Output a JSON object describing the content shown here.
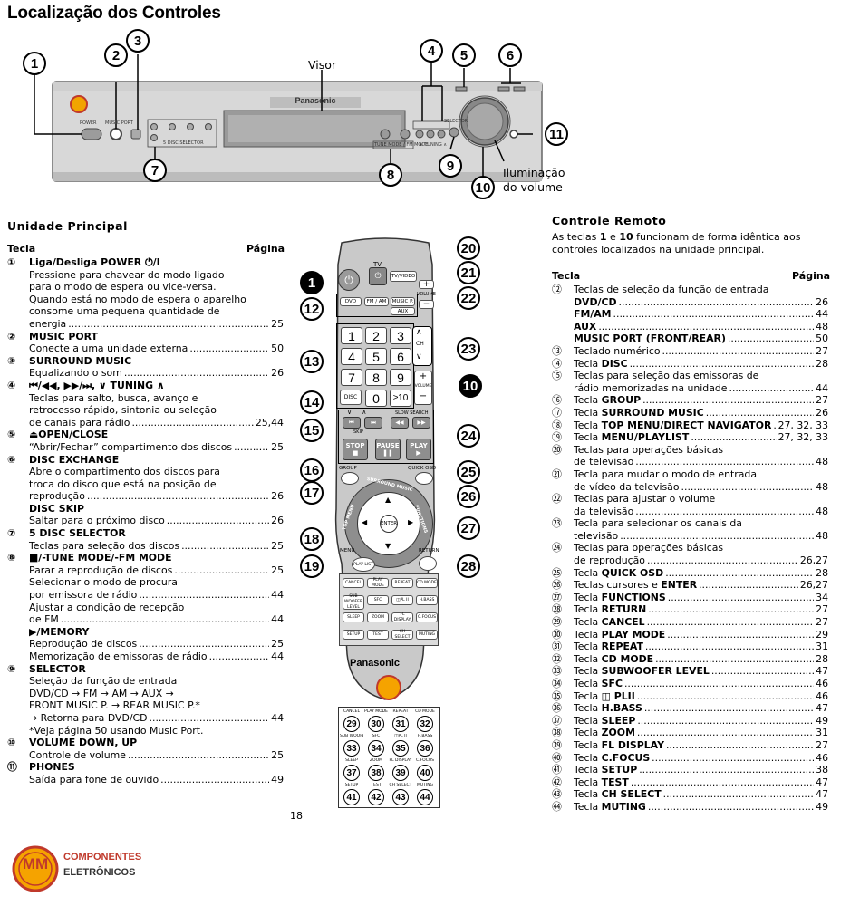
{
  "page_title": "Localização dos Controles",
  "page_number": "18",
  "device": {
    "brand": "Panasonic",
    "visor_label": "Visor",
    "volume_light_label": [
      "Iluminação",
      "do volume"
    ],
    "panel_labels": {
      "power": "POWER",
      "power_symbol": "⏻/I",
      "music_port": "MUSIC PORT",
      "surround_music": "SUR. MUSIC",
      "disc_selector": "5 DISC SELECTOR",
      "tune_mode": "TUNE MODE / FM MODE",
      "memory": "MEMORY",
      "selector": "SELECTOR",
      "tuning": "∨ TUNING ∧"
    },
    "callouts": [
      "1",
      "2",
      "3",
      "4",
      "5",
      "6",
      "7",
      "8",
      "9",
      "10",
      "11"
    ]
  },
  "main_unit": {
    "section_title": "Unidade Principal",
    "col_key": "Tecla",
    "col_page": "Página",
    "items": [
      {
        "num": "①",
        "title": "Liga/Desliga POWER ⏻/I",
        "lines": [
          {
            "text": "Pressione para chavear do modo ligado"
          },
          {
            "text": "para o modo de espera ou vice-versa."
          },
          {
            "text": "Quando está no modo de espera o aparelho"
          },
          {
            "text": "consome uma pequena quantidade de"
          },
          {
            "text": "energia",
            "page": "25"
          }
        ]
      },
      {
        "num": "②",
        "title": "MUSIC PORT",
        "lines": [
          {
            "text": "Conecte a uma unidade externa",
            "page": "50"
          }
        ]
      },
      {
        "num": "③",
        "title": "SURROUND MUSIC",
        "lines": [
          {
            "text": "Equalizando o som",
            "page": "26"
          }
        ]
      },
      {
        "num": "④",
        "title": "⏮/◀◀, ▶▶/⏭, ∨ TUNING ∧",
        "lines": [
          {
            "text": "Teclas para salto, busca, avanço e"
          },
          {
            "text": "retrocesso rápido, sintonia ou seleção"
          },
          {
            "text": "de canais para rádio",
            "page": "25,44"
          }
        ]
      },
      {
        "num": "⑤",
        "title": "⏏OPEN/CLOSE",
        "lines": [
          {
            "text": "“Abrir/Fechar” compartimento dos discos",
            "page": "25"
          }
        ]
      },
      {
        "num": "⑥",
        "title": "DISC EXCHANGE",
        "lines": [
          {
            "text": "Abre o compartimento dos discos para"
          },
          {
            "text": "troca do disco que está na posição de"
          },
          {
            "text": "reprodução",
            "page": "26"
          },
          {
            "text": "DISC SKIP",
            "bold": true
          },
          {
            "text": "Saltar para o próximo disco",
            "page": "26"
          }
        ]
      },
      {
        "num": "⑦",
        "title": "5 DISC SELECTOR",
        "lines": [
          {
            "text": "Teclas para seleção dos discos",
            "page": "25"
          }
        ]
      },
      {
        "num": "⑧",
        "title": "■/-TUNE MODE/-FM MODE",
        "lines": [
          {
            "text": "Parar a reprodução de discos",
            "page": "25"
          },
          {
            "text": "Selecionar o modo de procura"
          },
          {
            "text": "por emissora de rádio",
            "page": "44"
          },
          {
            "text": "Ajustar a condição de recepção"
          },
          {
            "text": "de FM",
            "page": "44"
          },
          {
            "text": "▶/MEMORY",
            "bold": true
          },
          {
            "text": "Reprodução de discos",
            "page": "25"
          },
          {
            "text": "Memorização de emissoras de rádio",
            "page": "44"
          }
        ]
      },
      {
        "num": "⑨",
        "title": "SELECTOR",
        "lines": [
          {
            "text": "Seleção da função de entrada"
          },
          {
            "text": "DVD/CD → FM → AM → AUX →"
          },
          {
            "text": "FRONT MUSIC P. → REAR MUSIC P.*"
          },
          {
            "text": "→ Retorna para DVD/CD",
            "page": "44"
          },
          {
            "text": "*Veja página 50 usando Music Port."
          }
        ]
      },
      {
        "num": "⑩",
        "title": "VOLUME DOWN, UP",
        "lines": [
          {
            "text": "Controle de volume",
            "page": "25"
          }
        ]
      },
      {
        "num": "⑪",
        "title": "PHONES",
        "lines": [
          {
            "text": "Saída para fone de ouvido",
            "page": "49"
          }
        ]
      }
    ]
  },
  "remote_section": {
    "section_title": "Controle Remoto",
    "intro_pre": "As teclas ",
    "intro_b1": "1",
    "intro_mid": " e ",
    "intro_b2": "10",
    "intro_post": " funcionam de forma idêntica aos",
    "intro_line2": "controles localizados na unidade principal.",
    "col_key": "Tecla",
    "col_page": "Página",
    "rows": [
      {
        "num": "⑫",
        "text": "Teclas de seleção da função de entrada"
      },
      {
        "num": "",
        "bold": "DVD/CD",
        "page": "26",
        "indent": true
      },
      {
        "num": "",
        "bold": "FM/AM",
        "page": "44",
        "indent": true
      },
      {
        "num": "",
        "bold": "AUX",
        "page": "48",
        "indent": true
      },
      {
        "num": "",
        "bold": "MUSIC PORT (FRONT/REAR)",
        "page": "50",
        "indent": true
      },
      {
        "num": "⑬",
        "text": "Teclado numérico",
        "page": "27"
      },
      {
        "num": "⑭",
        "text": "Tecla ",
        "bold": "DISC",
        "page": "28"
      },
      {
        "num": "⑮",
        "text": "Teclas para seleção das emissoras de"
      },
      {
        "num": "",
        "text": "rádio memorizadas na unidade",
        "page": "44"
      },
      {
        "num": "⑯",
        "text": "Tecla ",
        "bold": "GROUP",
        "page": "27"
      },
      {
        "num": "⑰",
        "text": "Tecla ",
        "bold": "SURROUND MUSIC",
        "page": "26"
      },
      {
        "num": "⑱",
        "text": "Tecla ",
        "bold": "TOP MENU/DIRECT NAVIGATOR",
        "page": "27, 32, 33"
      },
      {
        "num": "⑲",
        "text": "Tecla ",
        "bold": "MENU/PLAYLIST",
        "page": "27, 32, 33"
      },
      {
        "num": "⑳",
        "text": "Teclas para operações básicas"
      },
      {
        "num": "",
        "text": "de televisão",
        "page": "48"
      },
      {
        "num": "㉑",
        "text": "Tecla para mudar o modo de entrada"
      },
      {
        "num": "",
        "text": "de vídeo da televisão",
        "page": "48"
      },
      {
        "num": "㉒",
        "text": "Teclas para ajustar o volume"
      },
      {
        "num": "",
        "text": "da televisão",
        "page": "48"
      },
      {
        "num": "㉓",
        "text": "Tecla para selecionar os canais da"
      },
      {
        "num": "",
        "text": "televisão",
        "page": "48"
      },
      {
        "num": "㉔",
        "text": " Teclas para operações básicas"
      },
      {
        "num": "",
        "text": "de reprodução",
        "page": "26,27"
      },
      {
        "num": "㉕",
        "text": "Tecla ",
        "bold": "QUICK OSD",
        "page": "28"
      },
      {
        "num": "㉖",
        "text": "Teclas cursores e ",
        "bold": "ENTER",
        "page": "26,27"
      },
      {
        "num": "㉗",
        "text": "Tecla ",
        "bold": "FUNCTIONS",
        "page": "34"
      },
      {
        "num": "㉘",
        "text": "Tecla ",
        "bold": "RETURN",
        "page": "27"
      },
      {
        "num": "㉙",
        "text": "Tecla ",
        "bold": "CANCEL",
        "page": "27"
      },
      {
        "num": "㉚",
        "text": "Tecla ",
        "bold": "PLAY MODE",
        "page": "29"
      },
      {
        "num": "㉛",
        "text": "Tecla ",
        "bold": "REPEAT",
        "page": "31"
      },
      {
        "num": "㉜",
        "text": "Tecla ",
        "bold": "CD MODE",
        "page": "28"
      },
      {
        "num": "㉝",
        "text": "Tecla ",
        "bold": "SUBWOOFER LEVEL",
        "page": "47"
      },
      {
        "num": "㉞",
        "text": "Tecla ",
        "bold": "SFC",
        "page": "46"
      },
      {
        "num": "㉟",
        "text": "Tecla ",
        "bold": "◫ PLII",
        "page": "46"
      },
      {
        "num": "㊱",
        "text": "Tecla ",
        "bold": "H.BASS",
        "page": "47"
      },
      {
        "num": "㊲",
        "text": "Tecla ",
        "bold": "SLEEP",
        "page": "49"
      },
      {
        "num": "㊳",
        "text": "Tecla ",
        "bold": "ZOOM",
        "page": "31"
      },
      {
        "num": "㊴",
        "text": "Tecla ",
        "bold": "FL DISPLAY",
        "page": "27"
      },
      {
        "num": "㊵",
        "text": "Tecla ",
        "bold": "C.FOCUS",
        "page": "46"
      },
      {
        "num": "㊶",
        "text": "Tecla ",
        "bold": "SETUP",
        "page": "38"
      },
      {
        "num": "㊷",
        "text": "Tecla ",
        "bold": "TEST",
        "page": "47"
      },
      {
        "num": "㊸",
        "text": "Tecla ",
        "bold": "CH SELECT",
        "page": "47"
      },
      {
        "num": "㊹",
        "text": "Tecla ",
        "bold": "MUTING",
        "page": "49"
      }
    ]
  },
  "remote": {
    "brand": "Panasonic",
    "tv_label": "TV",
    "tv_video": "TV/VIDEO",
    "volume": "VOLUME",
    "ch": "CH",
    "dvd": "DVD",
    "fm_am": "FM / AM",
    "music_p": "MUSIC P.",
    "aux": "AUX",
    "keys": [
      "1",
      "2",
      "3",
      "4",
      "5",
      "6",
      "7",
      "8",
      "9",
      "0",
      "≥10"
    ],
    "disc": "DISC",
    "skip": "SKIP",
    "slow_search": "SLOW SEARCH",
    "stop": "STOP",
    "pause": "PAUSE",
    "play": "PLAY",
    "group": "GROUP",
    "quick_osd": "QUICK OSD",
    "surround_music": "SURROUND MUSIC",
    "direct_navigator": "DIRECT NAVIGATOR",
    "top_menu": "TOP MENU",
    "functions": "FUNCTIONS",
    "enter": "ENTER",
    "menu": "MENU",
    "play_list": "PLAY LIST",
    "return": "RETURN",
    "grid": [
      "CANCEL",
      "PLAY MODE",
      "REPEAT",
      "CD MODE",
      "SUB WOOFER LEVEL",
      "SFC",
      "◫PL II",
      "H.BASS",
      "SLEEP",
      "ZOOM",
      "FL DISPLAY",
      "C.FOCUS",
      "SETUP",
      "TEST",
      "CH SELECT",
      "MUTING"
    ],
    "grid_nums": [
      "29",
      "30",
      "31",
      "32",
      "33",
      "34",
      "35",
      "36",
      "37",
      "38",
      "39",
      "40",
      "41",
      "42",
      "43",
      "44"
    ],
    "callouts": {
      "c1": "1",
      "c10": "10",
      "c12": "12",
      "c13": "13",
      "c14": "14",
      "c15": "15",
      "c16": "16",
      "c17": "17",
      "c18": "18",
      "c19": "19",
      "c20": "20",
      "c21": "21",
      "c22": "22",
      "c23": "23",
      "c24": "24",
      "c25": "25",
      "c26": "26",
      "c27": "27",
      "c28": "28"
    }
  },
  "logo": {
    "mark": "MM",
    "line1": "COMPONENTES",
    "line2": "ELETRÔNICOS"
  }
}
